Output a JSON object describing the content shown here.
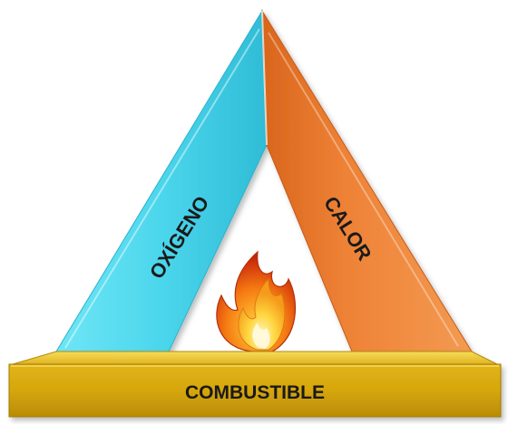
{
  "diagram": {
    "sides": {
      "left": {
        "label": "OXÍGENO",
        "color": "#4fd8ee"
      },
      "right": {
        "label": "CALOR",
        "color": "#ee8236"
      },
      "base": {
        "label": "COMBUSTIBLE",
        "color": "#d7a90f"
      }
    },
    "center_icon": "fire-icon"
  }
}
